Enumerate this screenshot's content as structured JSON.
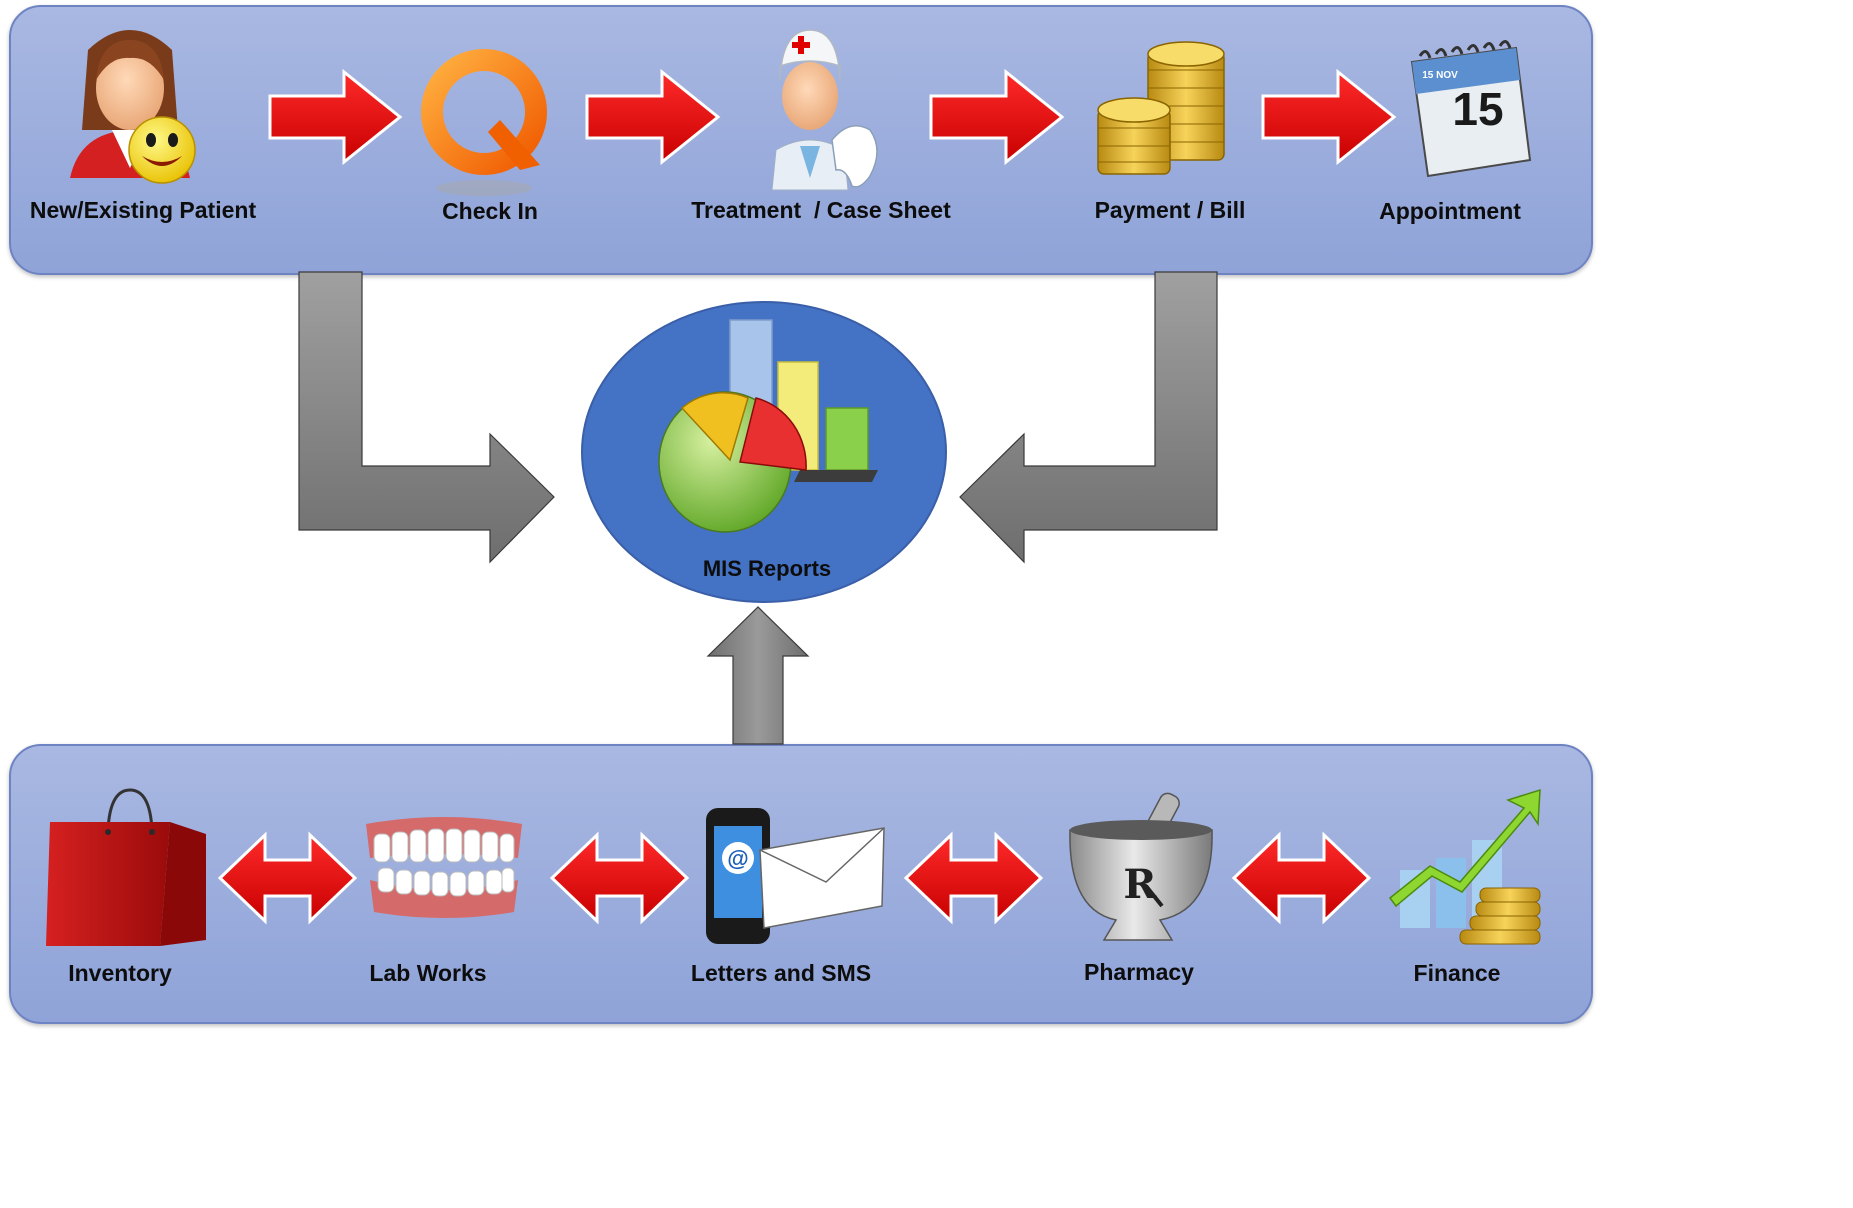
{
  "workflow_steps": [
    {
      "label": "New/Existing Patient",
      "icon": "patient-icon"
    },
    {
      "label": "Check In",
      "icon": "check-in-icon"
    },
    {
      "label": "Treatment  / Case Sheet",
      "icon": "doctor-icon"
    },
    {
      "label": "Payment / Bill",
      "icon": "coins-icon"
    },
    {
      "label": "Appointment",
      "icon": "calendar-icon"
    }
  ],
  "center": {
    "label": "MIS Reports",
    "icon": "charts-icon"
  },
  "calendar_badge": {
    "day": "15",
    "month": "15 NOV"
  },
  "modules": [
    {
      "label": "Inventory",
      "icon": "shopping-bag-icon"
    },
    {
      "label": "Lab Works",
      "icon": "dentures-icon"
    },
    {
      "label": "Letters and SMS",
      "icon": "phone-mail-icon"
    },
    {
      "label": "Pharmacy",
      "icon": "mortar-pestle-icon"
    },
    {
      "label": "Finance",
      "icon": "growth-chart-icon"
    }
  ],
  "colors": {
    "panel": "#9aaedd",
    "panel_border": "#6d83c2",
    "red_arrow": "#e00000",
    "gray_arrow": "#7a7a7a",
    "center_circle": "#4472c4"
  }
}
